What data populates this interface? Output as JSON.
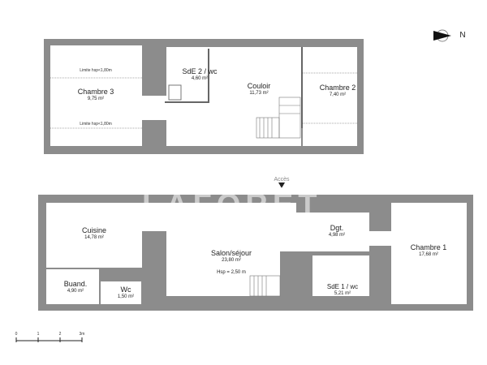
{
  "compass": {
    "label": "N"
  },
  "watermark": "LAFORÊT",
  "upper_floor": {
    "rooms": [
      {
        "name": "Chambre 3",
        "area": "9,75 m²"
      },
      {
        "name": "SdE 2 / wc",
        "area": "4,60 m²"
      },
      {
        "name": "Couloir",
        "area": "11,73 m²"
      },
      {
        "name": "Chambre 2",
        "area": "7,40 m²"
      }
    ],
    "notes": [
      "Limite hsp<1,80m",
      "Limite hsp<1,80m"
    ]
  },
  "lower_floor": {
    "access": "Accès",
    "rooms": [
      {
        "name": "Cuisine",
        "area": "14,78 m²"
      },
      {
        "name": "Salon/séjour",
        "area": "23,80 m²"
      },
      {
        "name": "Dgt.",
        "area": "4,98 m²"
      },
      {
        "name": "Chambre 1",
        "area": "17,68 m²"
      },
      {
        "name": "SdE 1 / wc",
        "area": "5,21 m²"
      },
      {
        "name": "Buand.",
        "area": "4,90 m²"
      },
      {
        "name": "Wc",
        "area": "1,50 m²"
      }
    ],
    "ceiling_height": "Hsp = 2,50 m"
  },
  "scale_bar": {
    "ticks": [
      "0",
      "1",
      "2",
      "3m"
    ]
  },
  "colors": {
    "wall": "#8c8c8c",
    "room": "#ffffff"
  }
}
